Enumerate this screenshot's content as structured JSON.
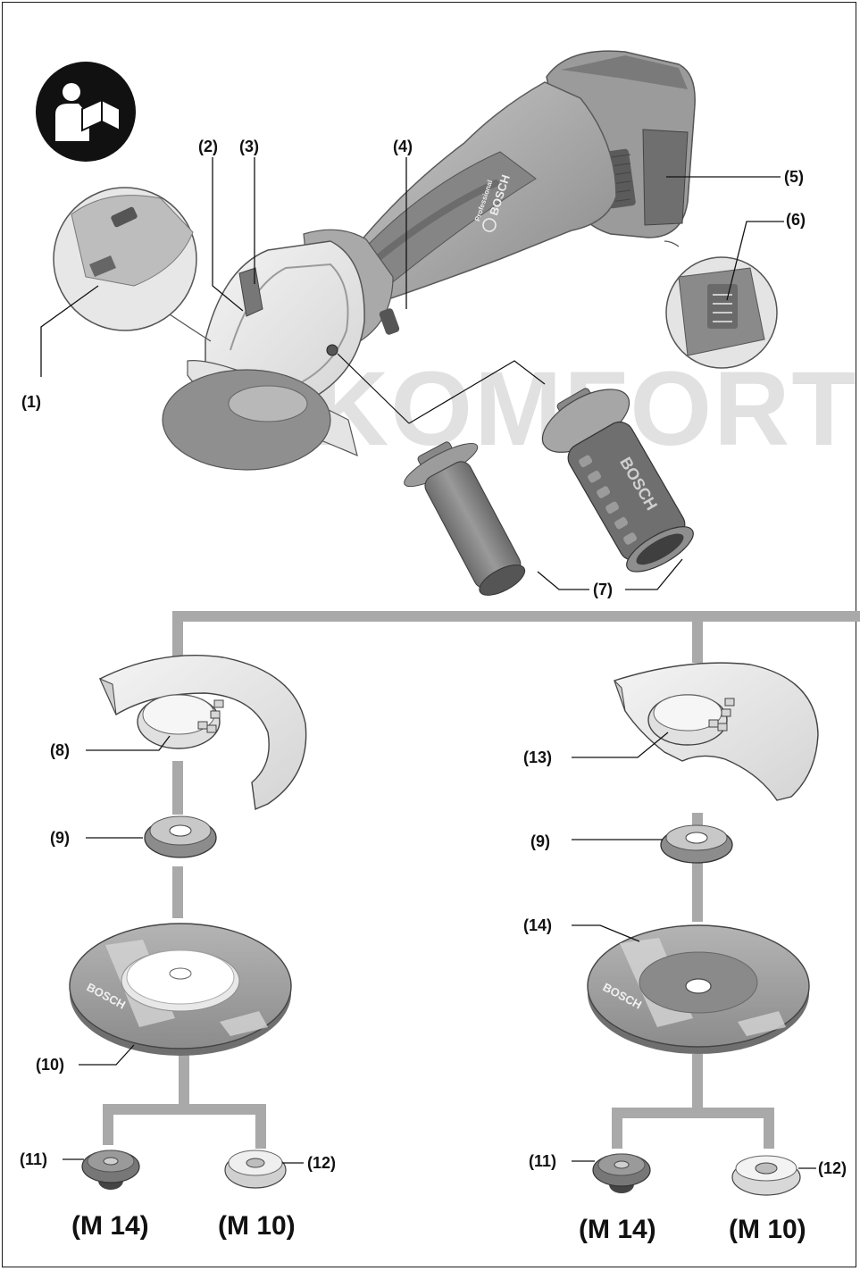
{
  "watermark": "KOMFORT",
  "brand": {
    "logo_text": "BOSCH",
    "series_text": "Professional",
    "handle_text": "BOSCH",
    "disc_text": "BOSCH"
  },
  "colors": {
    "tool_light": "#bdbdbd",
    "tool_mid": "#8e8e8e",
    "tool_dark": "#5e5e5e",
    "connector_gray": "#a9a9a9",
    "ink": "#111111"
  },
  "icons": [
    "read-manual-icon"
  ],
  "callouts": {
    "c1": "(1)",
    "c2": "(2)",
    "c3": "(3)",
    "c4": "(4)",
    "c5": "(5)",
    "c6": "(6)",
    "c7": "(7)",
    "c8": "(8)",
    "c9_left": "(9)",
    "c9_right": "(9)",
    "c10": "(10)",
    "c11_left": "(11)",
    "c11_right": "(11)",
    "c12_left": "(12)",
    "c12_right": "(12)",
    "c13": "(13)",
    "c14": "(14)"
  },
  "threads": {
    "left_m14": "(M 14)",
    "left_m10": "(M 10)",
    "right_m14": "(M 14)",
    "right_m10": "(M 10)"
  }
}
